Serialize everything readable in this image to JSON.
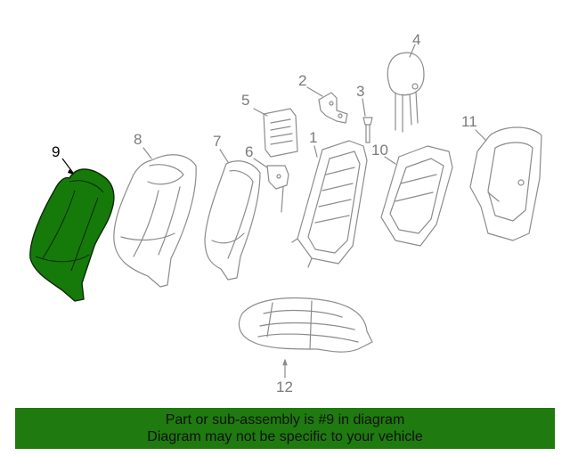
{
  "colors": {
    "highlight": "#157a0a",
    "line": "#8c8c8c",
    "banner_bg": "#1f7a0f"
  },
  "callouts": {
    "c1": "1",
    "c2": "2",
    "c3": "3",
    "c4": "4",
    "c5": "5",
    "c6": "6",
    "c7": "7",
    "c8": "8",
    "c9": "9",
    "c10": "10",
    "c11": "11",
    "c12": "12"
  },
  "banner": {
    "line1": "Part or sub-assembly is #9 in diagram",
    "line2": "Diagram may not be specific to your vehicle"
  }
}
